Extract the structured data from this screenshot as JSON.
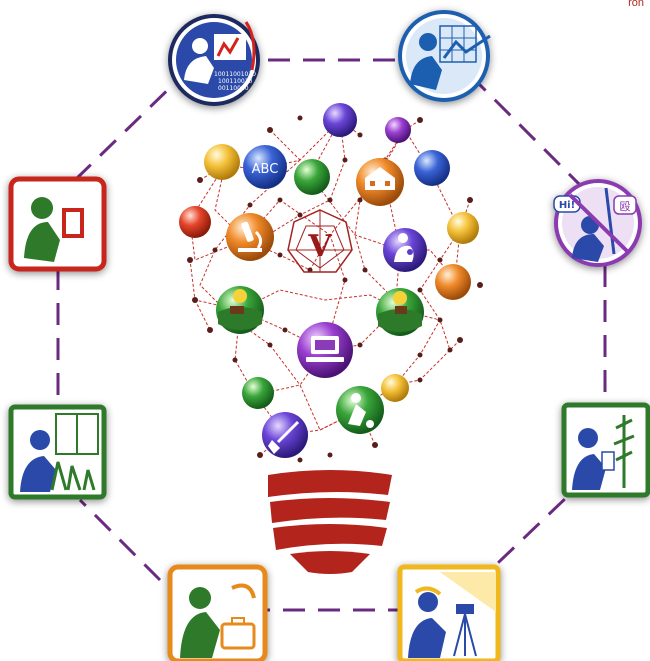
{
  "corner_text": "ron",
  "center_logo_letter": "V",
  "icons": {
    "top_left_binary": [
      "10011001010",
      "100110010",
      "00110010"
    ],
    "speech_hi": "Hi!",
    "speech_glyph": "殴",
    "sphere_abc": "ABC"
  },
  "colors": {
    "dash": "#6a2a80",
    "bulb_base": "#b3241c",
    "network_line": "#c8302a",
    "node_dot": "#5a1e1a"
  }
}
